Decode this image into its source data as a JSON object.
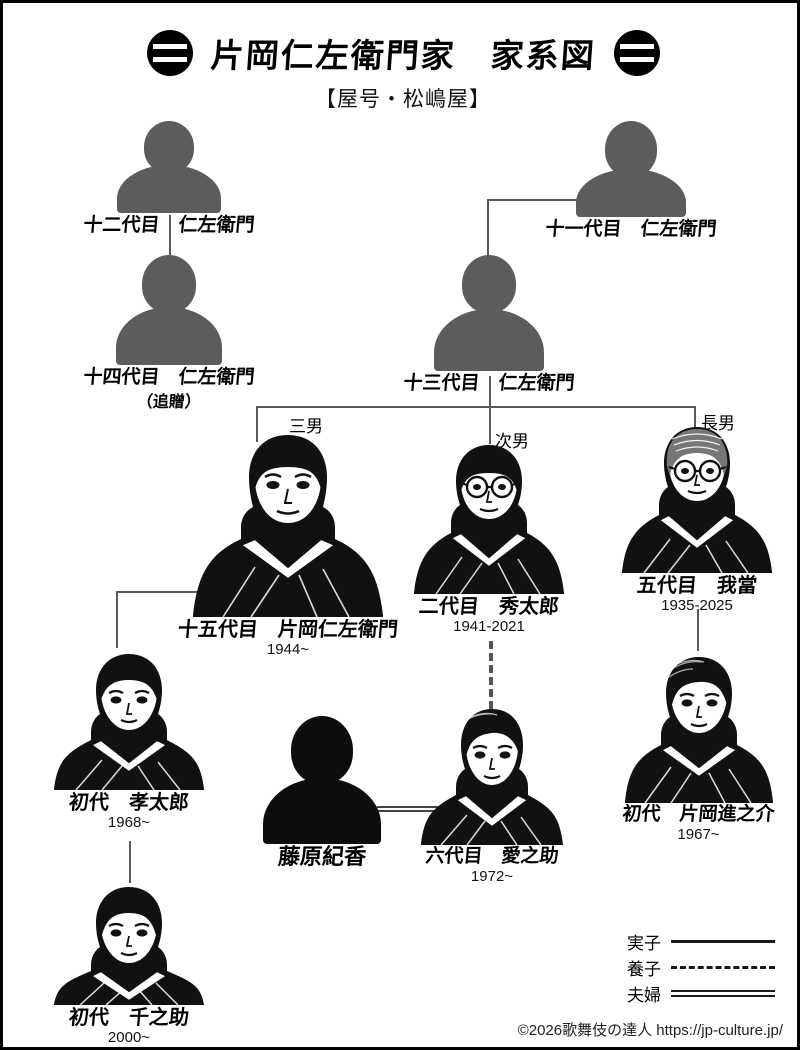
{
  "header": {
    "title": "片岡仁左衛門家　家系図",
    "subtitle": "【屋号・松嶋屋】",
    "crest_left": "kataoka-crest-icon",
    "crest_right": "kataoka-crest-icon"
  },
  "branches": {
    "third_son": "三男",
    "second_son": "次男",
    "first_son": "長男"
  },
  "people": [
    {
      "id": "nizaemon12",
      "label": "十二代目　仁左衛門",
      "years": "",
      "sub": "",
      "portrait": "silhouette"
    },
    {
      "id": "nizaemon14",
      "label": "十四代目　仁左衛門",
      "years": "",
      "sub": "（追贈）",
      "portrait": "silhouette"
    },
    {
      "id": "nizaemon11",
      "label": "十一代目　仁左衛門",
      "years": "",
      "sub": "",
      "portrait": "silhouette"
    },
    {
      "id": "nizaemon13",
      "label": "十三代目　仁左衛門",
      "years": "",
      "sub": "",
      "portrait": "silhouette"
    },
    {
      "id": "nizaemon15",
      "label": "十五代目　片岡仁左衛門",
      "years": "1944~",
      "sub": "",
      "portrait": "illustration"
    },
    {
      "id": "hidetaro2",
      "label": "二代目　秀太郎",
      "years": "1941-2021",
      "sub": "",
      "portrait": "illustration"
    },
    {
      "id": "gato5",
      "label": "五代目　我當",
      "years": "1935-2025",
      "sub": "",
      "portrait": "illustration"
    },
    {
      "id": "takataro1",
      "label": "初代　孝太郎",
      "years": "1968~",
      "sub": "",
      "portrait": "illustration"
    },
    {
      "id": "sennosuke1",
      "label": "初代　千之助",
      "years": "2000~",
      "sub": "",
      "portrait": "illustration"
    },
    {
      "id": "fujiwaranorika",
      "label": "藤原紀香",
      "years": "",
      "sub": "",
      "portrait": "silhouette"
    },
    {
      "id": "ainosuke6",
      "label": "六代目　愛之助",
      "years": "1972~",
      "sub": "",
      "portrait": "illustration"
    },
    {
      "id": "shinnosuke1",
      "label": "初代　片岡進之介",
      "years": "1967~",
      "sub": "",
      "portrait": "illustration"
    }
  ],
  "legend": {
    "items": [
      {
        "label": "実子",
        "line": "solid"
      },
      {
        "label": "養子",
        "line": "dashed"
      },
      {
        "label": "夫婦",
        "line": "double"
      }
    ]
  },
  "credit": "©2026歌舞伎の達人 https://jp-culture.jp/",
  "colors": {
    "silhouette": "#5c5c5c",
    "line": "#5a5a5a",
    "text": "#000000",
    "background": "#ffffff"
  }
}
